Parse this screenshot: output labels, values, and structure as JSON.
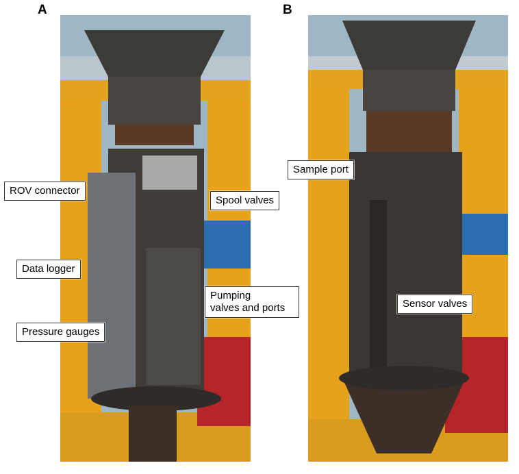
{
  "panels": [
    {
      "letter": "A"
    },
    {
      "letter": "B"
    }
  ],
  "labels_a": {
    "rov": "ROV connector",
    "spool": "Spool valves",
    "datalogger": "Data logger",
    "pumping_line1": "Pumping",
    "pumping_line2": "valves and ports",
    "pressure": "Pressure gauges"
  },
  "labels_b": {
    "sample": "Sample port",
    "sensor": "Sensor valves"
  },
  "colors": {
    "frame_yellow": "#e7a21c",
    "steel_dark": "#3d3b38",
    "rust": "#5a3a26",
    "sky": "#9fb6c4",
    "red_deck": "#b5252a",
    "blue_tarp": "#2c6fb0"
  }
}
